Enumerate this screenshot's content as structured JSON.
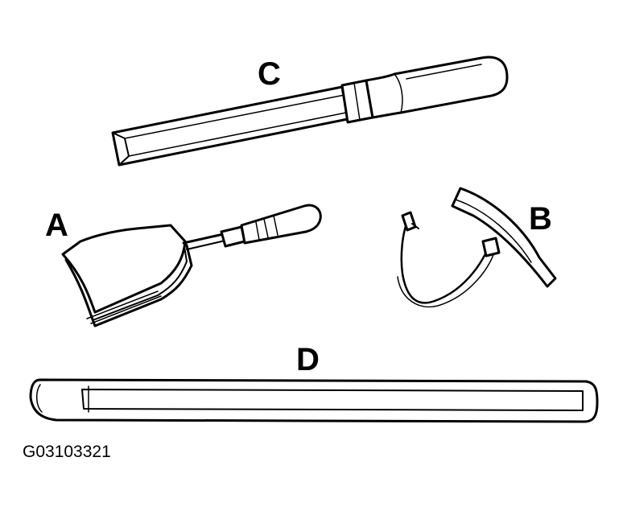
{
  "callouts": {
    "a": "A",
    "b": "B",
    "c": "C",
    "d": "D"
  },
  "figure_id": "G03103321",
  "colors": {
    "ink": "#000000",
    "paper": "#ffffff"
  },
  "tools": [
    {
      "label": "C",
      "icon": "chisel-tool-icon"
    },
    {
      "label": "A",
      "icon": "scraper-tool-icon"
    },
    {
      "label": "B",
      "icon": "rim-protector-tool-icon"
    },
    {
      "label": "D",
      "icon": "tire-iron-tool-icon"
    }
  ]
}
